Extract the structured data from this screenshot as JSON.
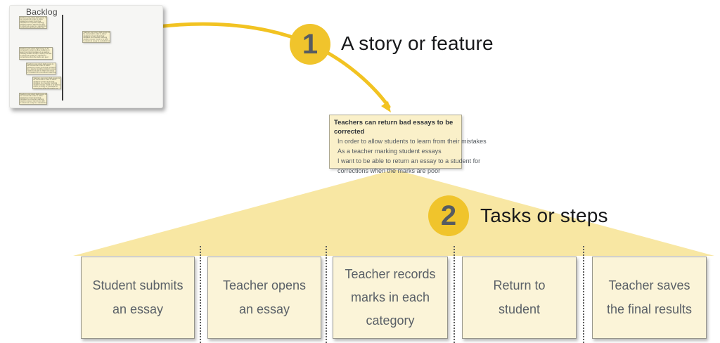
{
  "backlog": {
    "title": "Backlog",
    "note_text": "Teachers can return bad essays to be corrected In order to allow students to learn from their mistakes As a teacher marking student essays I want to be able to return an essay to a student for corrections when the marks are poor"
  },
  "steps": {
    "step1": {
      "number": "1",
      "label": "A story or feature"
    },
    "step2": {
      "number": "2",
      "label": "Tasks or steps"
    }
  },
  "story_card": {
    "title": "Teachers can return bad essays to be corrected",
    "lines": [
      "In order to allow students to learn from their mistakes",
      "As a teacher marking student essays",
      "I want to be able to return an essay to a student for",
      "corrections when the marks are poor"
    ]
  },
  "tasks": [
    {
      "label": "Student submits an essay"
    },
    {
      "label": "Teacher opens an essay"
    },
    {
      "label": "Teacher records marks in each category"
    },
    {
      "label": "Return to student"
    },
    {
      "label": "Teacher saves the final results"
    }
  ],
  "colors": {
    "accent_yellow": "#F2C322",
    "badge_yellow": "#F0C42C",
    "triangle_yellow": "#F8E7A3",
    "task_card_cream": "#FBF4D8",
    "story_card_cream": "#FAF0C9"
  }
}
